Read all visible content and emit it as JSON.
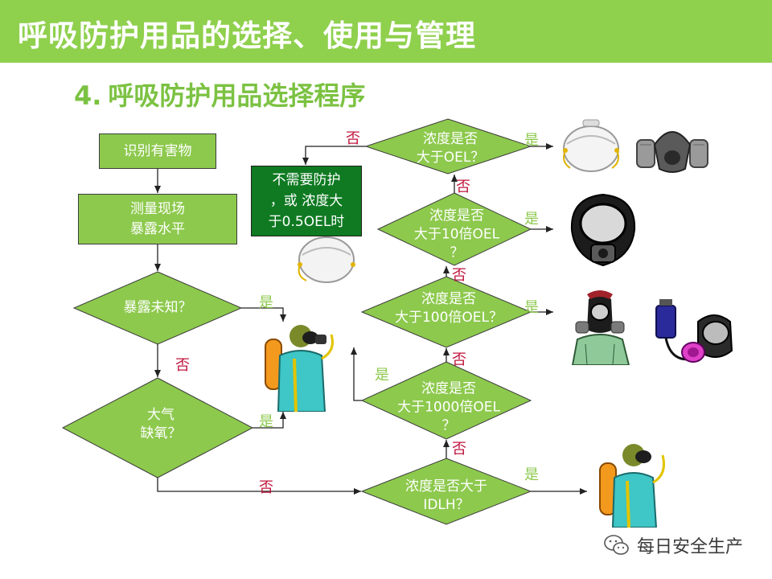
{
  "header": {
    "title": "呼吸防护用品的选择、使用与管理",
    "subtitle_num": "4.",
    "subtitle": "呼吸防护用品选择程序"
  },
  "flow": {
    "identify": "识别有害物",
    "measure": "测量现场\n暴露水平",
    "unknown": "暴露未知？",
    "oxygen": "大气\n缺氧？",
    "idlh": "浓度是否大于\nIDLH？",
    "c1000": "浓度是否\n大于1000倍OEL\n？",
    "c100": "浓度是否\n大于100倍OEL？",
    "c10": "浓度是否\n大于10倍OEL\n？",
    "coel": "浓度是否\n大于OEL？",
    "noneed": "不需要防护\n，或 浓度大\n于0.5OEL时"
  },
  "labels": {
    "yes": "是",
    "no": "否"
  },
  "colors": {
    "title_bar": "#8fd04d",
    "node": "#8dc94d",
    "dark_node": "#0f7a22",
    "yes": "#8dc94d",
    "no": "#c0143c"
  },
  "watermark": {
    "text": "每日安全生产",
    "icon": "wechat-icon"
  }
}
